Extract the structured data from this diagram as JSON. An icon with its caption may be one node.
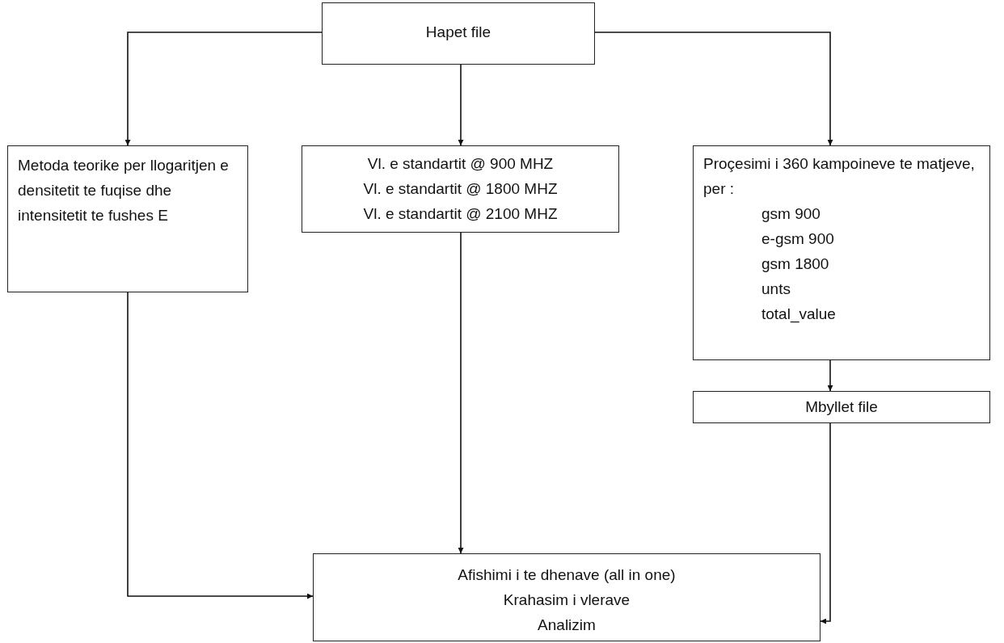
{
  "diagram": {
    "nodes": [
      {
        "text": [
          "Hapet file"
        ]
      },
      {
        "text": [
          "Metoda teorike per llogaritjen e densitetit te fuqise dhe intensitetit te fushes E"
        ]
      },
      {
        "text": [
          "Vl. e standartit @ 900 MHZ",
          "Vl. e standartit @ 1800 MHZ",
          "Vl. e standartit @ 2100 MHZ"
        ]
      },
      {
        "text": [
          "Proçesimi i 360 kampoineve te matjeve, per :",
          "gsm 900",
          "e-gsm 900",
          "gsm 1800",
          "unts",
          "total_value"
        ]
      },
      {
        "text": [
          "Mbyllet file"
        ]
      },
      {
        "text": [
          "Afishimi i te dhenave (all in one)",
          "Krahasim i vlerave",
          "Analizim"
        ]
      }
    ],
    "edges": [
      {
        "from": 0,
        "to": 1,
        "arrow": "to"
      },
      {
        "from": 0,
        "to": 2,
        "arrow": "to"
      },
      {
        "from": 0,
        "to": 3,
        "arrow": "to"
      },
      {
        "from": 1,
        "to": 5,
        "arrow": "to"
      },
      {
        "from": 2,
        "to": 5,
        "arrow": "to"
      },
      {
        "from": 3,
        "to": 4,
        "arrow": "to"
      },
      {
        "from": 4,
        "to": 5,
        "arrow": "to"
      }
    ]
  }
}
